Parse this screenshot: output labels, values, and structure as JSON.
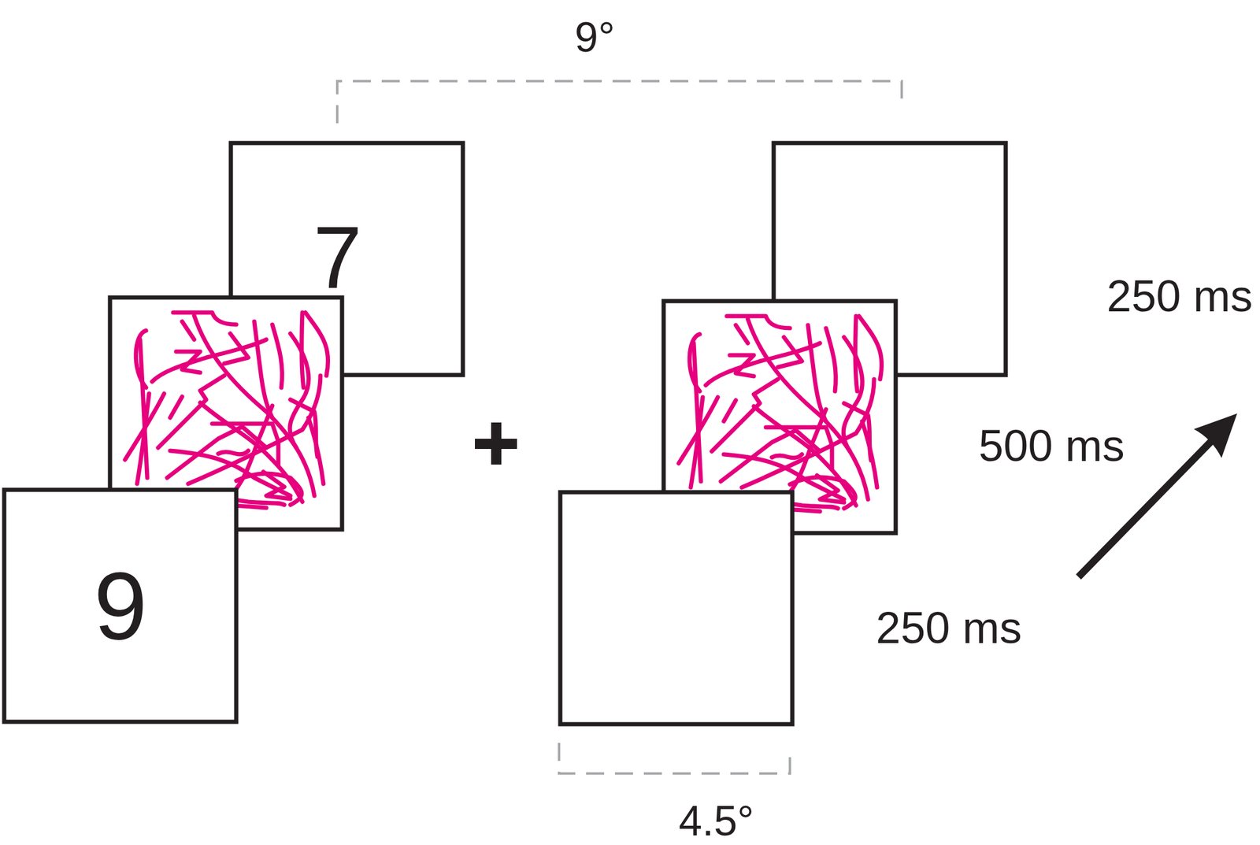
{
  "diagram": {
    "nodes": [
      {
        "text": [
          "7"
        ]
      },
      {
        "text": [
          "9"
        ]
      }
    ],
    "labels": [
      "9°",
      "250 ms",
      "500 ms",
      "250 ms",
      "4.5°"
    ]
  }
}
